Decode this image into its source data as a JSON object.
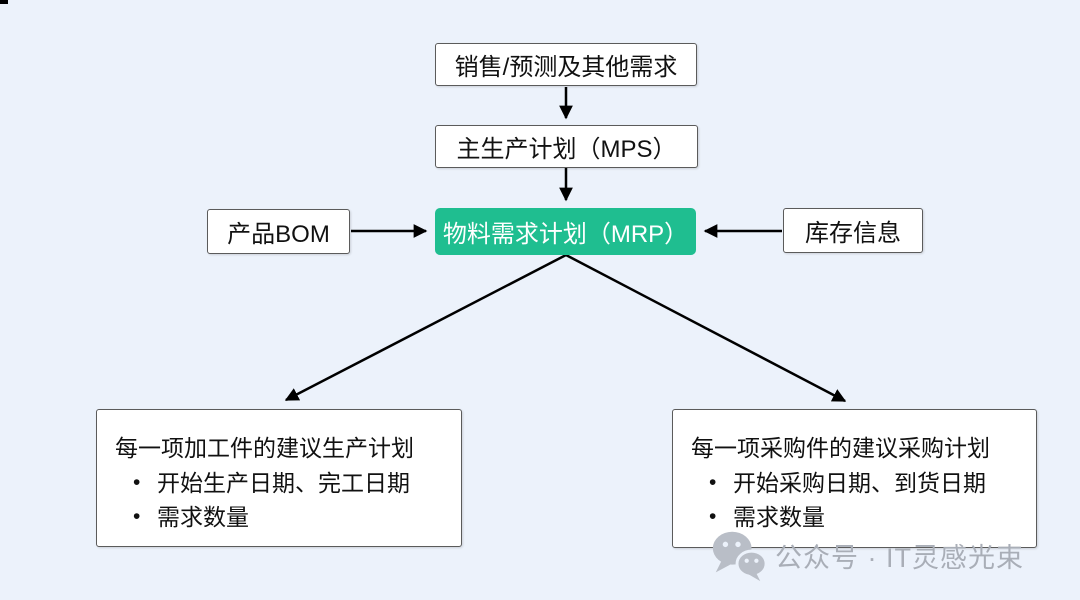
{
  "canvas": {
    "background": "#ecf2fb"
  },
  "colors": {
    "accent_green": "#1fbe90",
    "box_border": "#5b5b5b",
    "arrow": "#000000",
    "watermark_gray": "#a9aeb7"
  },
  "nodes": {
    "sales_forecast": {
      "label": "销售/预测及其他需求"
    },
    "mps": {
      "label": "主生产计划（MPS）"
    },
    "mrp": {
      "label": "物料需求计划（MRP）"
    },
    "product_bom": {
      "label": "产品BOM"
    },
    "inventory_info": {
      "label": "库存信息"
    },
    "production_plan": {
      "title": "每一项加工件的建议生产计划",
      "bullets": [
        "开始生产日期、完工日期",
        "需求数量"
      ]
    },
    "purchase_plan": {
      "title": "每一项采购件的建议采购计划",
      "bullets": [
        "开始采购日期、到货日期",
        "需求数量"
      ]
    }
  },
  "watermark": {
    "icon": "wechat-icon",
    "text": "公众号 · IT灵感光束"
  }
}
